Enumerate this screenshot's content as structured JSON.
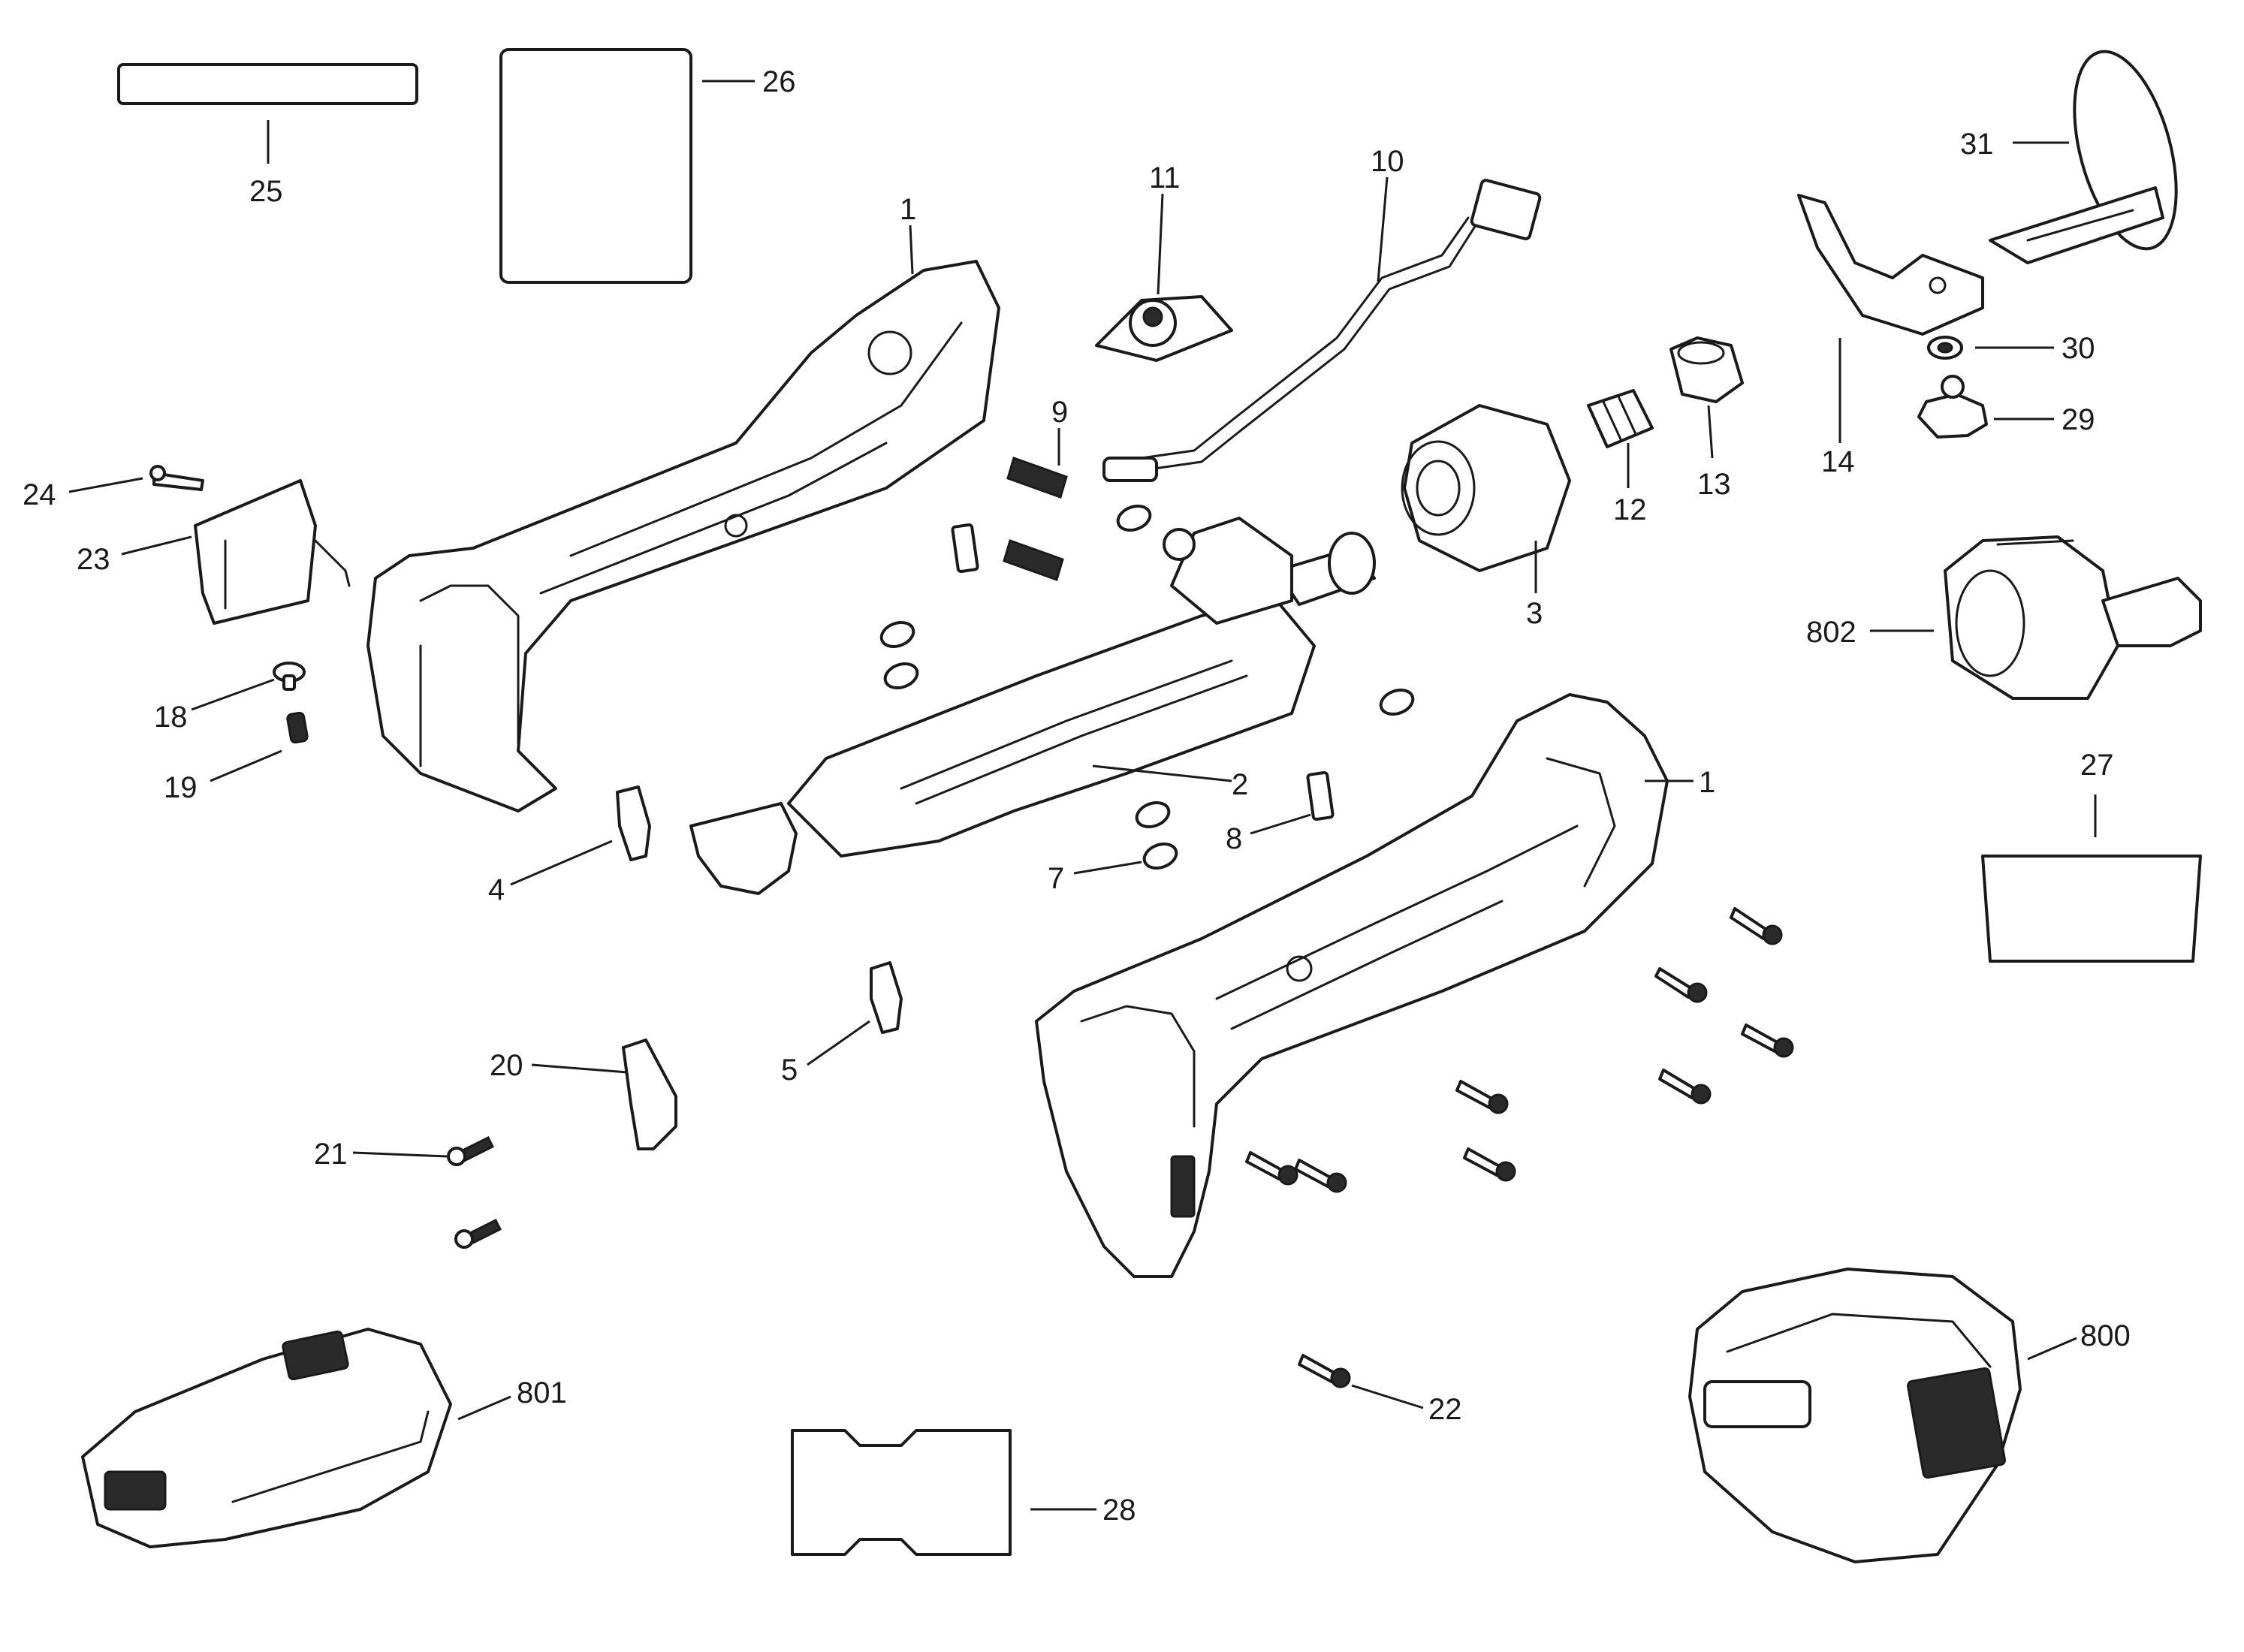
{
  "callouts": {
    "c25": "25",
    "c26": "26",
    "c1a": "1",
    "c11": "11",
    "c10": "10",
    "c31": "31",
    "c30": "30",
    "c29": "29",
    "c14": "14",
    "c13": "13",
    "c12": "12",
    "c9": "9",
    "c24": "24",
    "c23": "23",
    "c3": "3",
    "c802": "802",
    "c18": "18",
    "c19": "19",
    "c2": "2",
    "c1b": "1",
    "c27": "27",
    "c8": "8",
    "c4": "4",
    "c7": "7",
    "c5": "5",
    "c20": "20",
    "c21": "21",
    "c22": "22",
    "c800": "800",
    "c801": "801",
    "c28": "28"
  }
}
